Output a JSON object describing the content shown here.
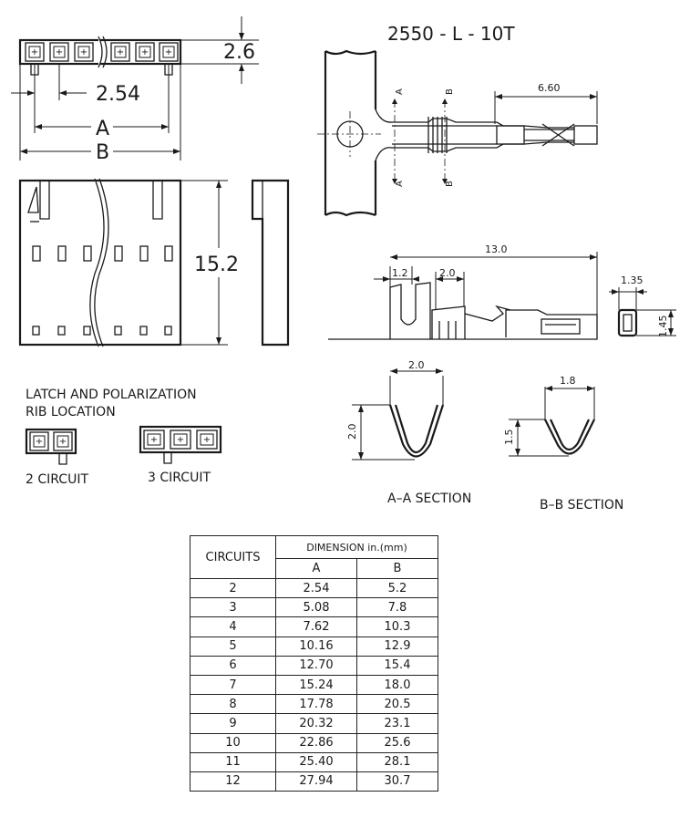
{
  "part_number": "2550 - L - 10T",
  "dimensions": {
    "height": "2.6",
    "pitch": "2.54",
    "dim_a": "A",
    "dim_b": "B",
    "body_height": "15.2",
    "terminal_tail": "6.60",
    "terminal_length": "13.0",
    "terminal_offset": "1.2",
    "terminal_gap": "2.0",
    "terminal_width": "1.35",
    "terminal_height": "1.45",
    "aa_width": "2.0",
    "aa_height": "2.0",
    "bb_width": "1.8",
    "bb_height": "1.5"
  },
  "section_markers": {
    "a": "A",
    "b": "B"
  },
  "notes": {
    "latch_line1": "LATCH AND POLARIZATION",
    "latch_line2": "RIB LOCATION",
    "circuit2": "2 CIRCUIT",
    "circuit3": "3 CIRCUIT",
    "aa_section": "A–A  SECTION",
    "bb_section": "B–B  SECTION"
  },
  "table": {
    "header_circuits": "CIRCUITS",
    "header_dimension": "DIMENSION in.(mm)",
    "col_a": "A",
    "col_b": "B",
    "rows": [
      [
        "2",
        "2.54",
        "5.2"
      ],
      [
        "3",
        "5.08",
        "7.8"
      ],
      [
        "4",
        "7.62",
        "10.3"
      ],
      [
        "5",
        "10.16",
        "12.9"
      ],
      [
        "6",
        "12.70",
        "15.4"
      ],
      [
        "7",
        "15.24",
        "18.0"
      ],
      [
        "8",
        "17.78",
        "20.5"
      ],
      [
        "9",
        "20.32",
        "23.1"
      ],
      [
        "10",
        "22.86",
        "25.6"
      ],
      [
        "11",
        "25.40",
        "28.1"
      ],
      [
        "12",
        "27.94",
        "30.7"
      ]
    ]
  }
}
